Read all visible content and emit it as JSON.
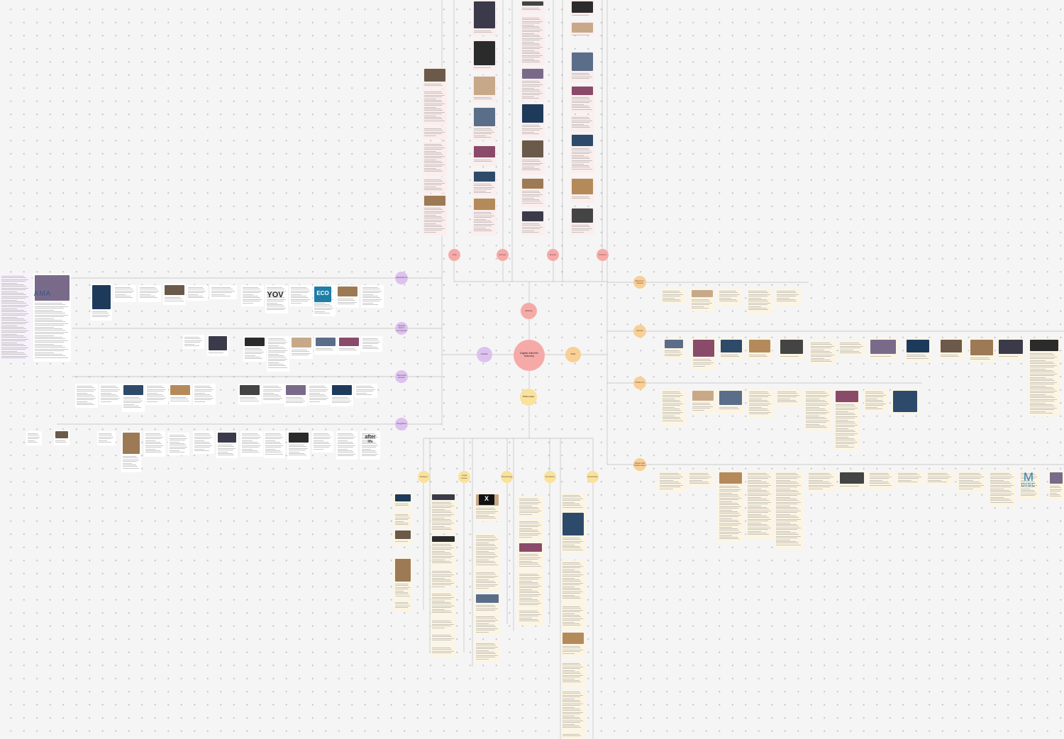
{
  "central_node": {
    "title": "Digital Afterlife Industry",
    "subtitle": ""
  },
  "branches": [
    {
      "id": "history",
      "label": "History",
      "color": "red"
    },
    {
      "id": "form",
      "label": "Forms",
      "color": "purple"
    },
    {
      "id": "tech",
      "label": "Tech",
      "color": "orange"
    },
    {
      "id": "philosophy",
      "label": "Philosophy",
      "color": "yellow"
    }
  ],
  "sub_nodes": {
    "history": [
      "Asia",
      "Europe",
      "Russia",
      "Present"
    ],
    "form": [
      "Applications",
      "Special Hosts / Companies",
      "Memorial Events",
      "Integration"
    ],
    "tech": [
      "Ethernet / Applets",
      "Identity",
      "Platforms",
      "Digital Self Preservation"
    ],
    "philosophy": [
      "Religion",
      "Legal Issues",
      "Psychology",
      "Emotions",
      "Ownership"
    ]
  },
  "logos": {
    "yov": "YOV",
    "eco": "ECO",
    "ama": "AMA",
    "x": "X",
    "mdisc_m": "M",
    "mdisc_text": "DISC",
    "after": "after",
    "after_sub": "life"
  },
  "note_text": "",
  "colors": {
    "background": "#f5f5f5",
    "red": "#f6aaa8",
    "orange": "#f9cf95",
    "yellow": "#f9e29a",
    "purple": "#ddc2f0",
    "edge": "#9a9a9a"
  }
}
